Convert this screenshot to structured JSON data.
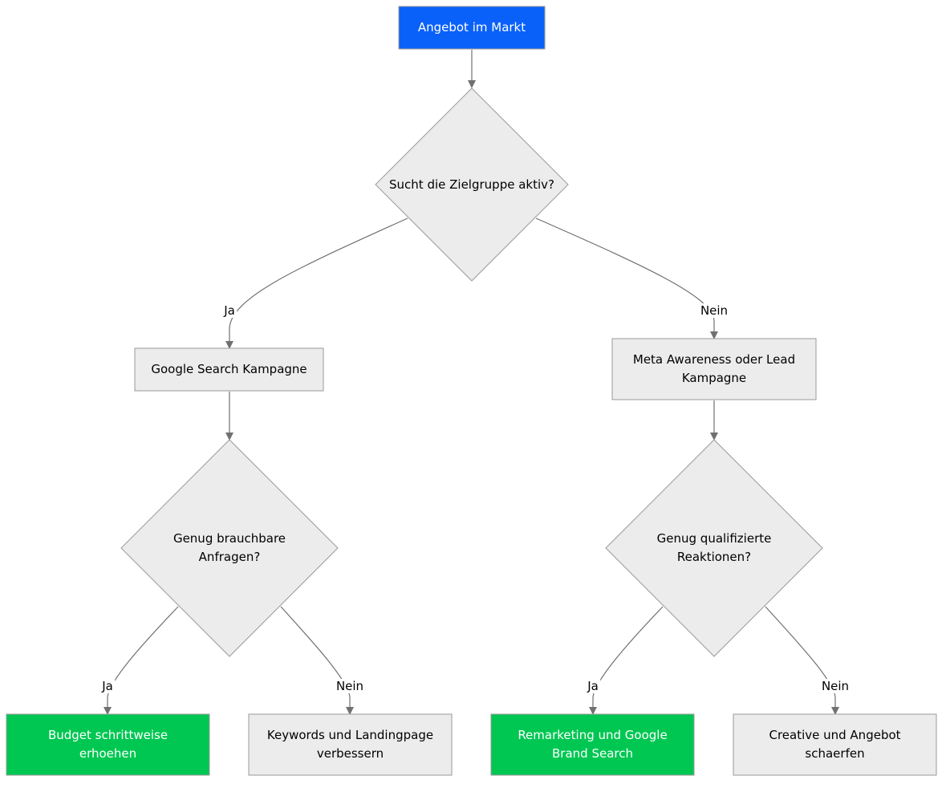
{
  "colors": {
    "start_fill": "#0a61fa",
    "success_fill": "#00c752",
    "neutral_fill": "#ececec",
    "edge": "#707070"
  },
  "nodes": {
    "start": "Angebot im Markt",
    "decision_search": "Sucht die Zielgruppe aktiv?",
    "google_search": "Google Search Kampagne",
    "meta_awareness": "Meta Awareness oder Lead Kampagne",
    "decision_requests": "Genug brauchbare Anfragen?",
    "decision_reactions": "Genug qualifizierte Reaktionen?",
    "budget": "Budget schrittweise erhoehen",
    "keywords": "Keywords und Landingpage verbessern",
    "remarketing": "Remarketing und Google Brand Search",
    "creative": "Creative und Angebot schaerfen"
  },
  "edges": {
    "search_yes": "Ja",
    "search_no": "Nein",
    "requests_yes": "Ja",
    "requests_no": "Nein",
    "reactions_yes": "Ja",
    "reactions_no": "Nein"
  }
}
